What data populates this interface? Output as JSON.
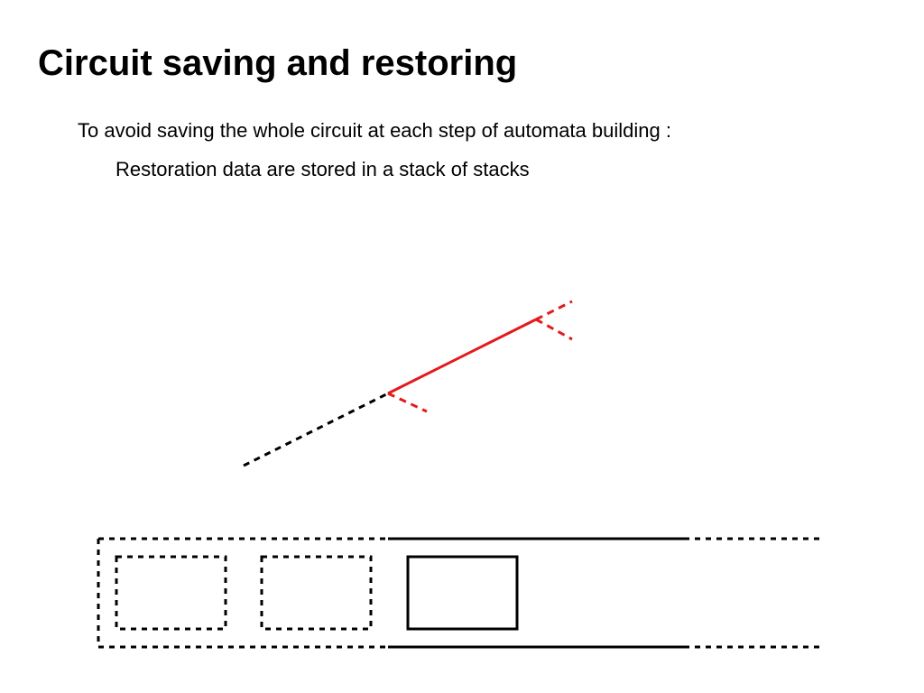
{
  "slide": {
    "title": "Circuit saving and restoring",
    "bullets": [
      "To avoid saving the whole circuit at each step of automata building :",
      "Restoration data are stored in a stack of stacks"
    ]
  },
  "colors": {
    "highlight": "#e31b1b",
    "ink": "#000000"
  }
}
